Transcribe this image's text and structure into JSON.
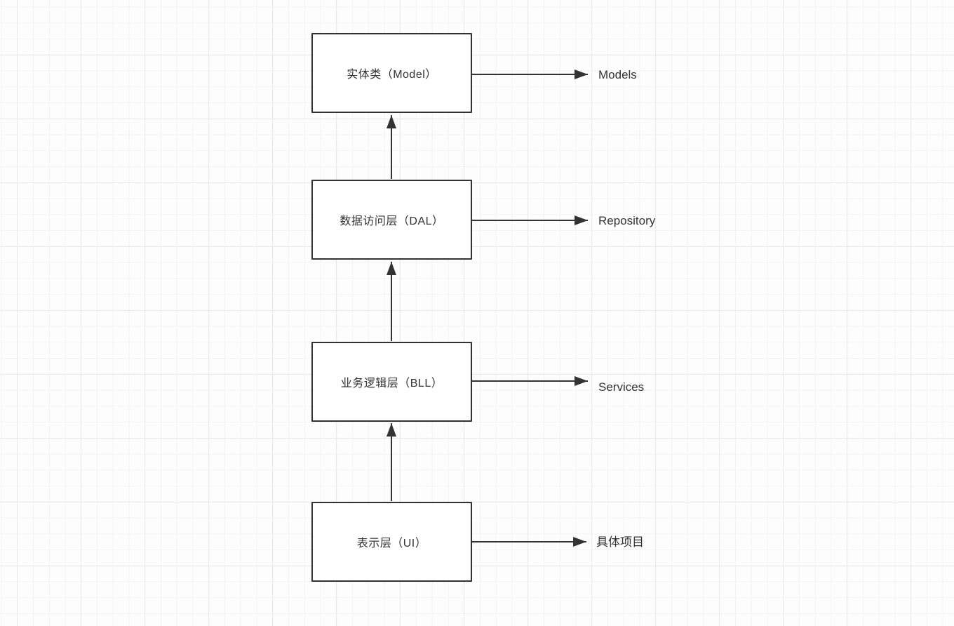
{
  "theme": {
    "background": "#fdfdfd",
    "grid_minor": "#f4f4f4",
    "grid_major": "#e9e9e9",
    "shape_fill": "#ffffff",
    "stroke": "#333333",
    "text": "#333333"
  },
  "diagram": {
    "type": "layered-architecture-flowchart",
    "layers": [
      {
        "id": "model",
        "box_label": "实体类（Model）",
        "side_label": "Models"
      },
      {
        "id": "dal",
        "box_label": "数据访问层（DAL）",
        "side_label": "Repository"
      },
      {
        "id": "bll",
        "box_label": "业务逻辑层（BLL）",
        "side_label": "Services"
      },
      {
        "id": "ui",
        "box_label": "表示层（UI）",
        "side_label": "具体项目"
      }
    ],
    "vertical_flow": [
      "ui -> bll",
      "bll -> dal",
      "dal -> model"
    ]
  }
}
